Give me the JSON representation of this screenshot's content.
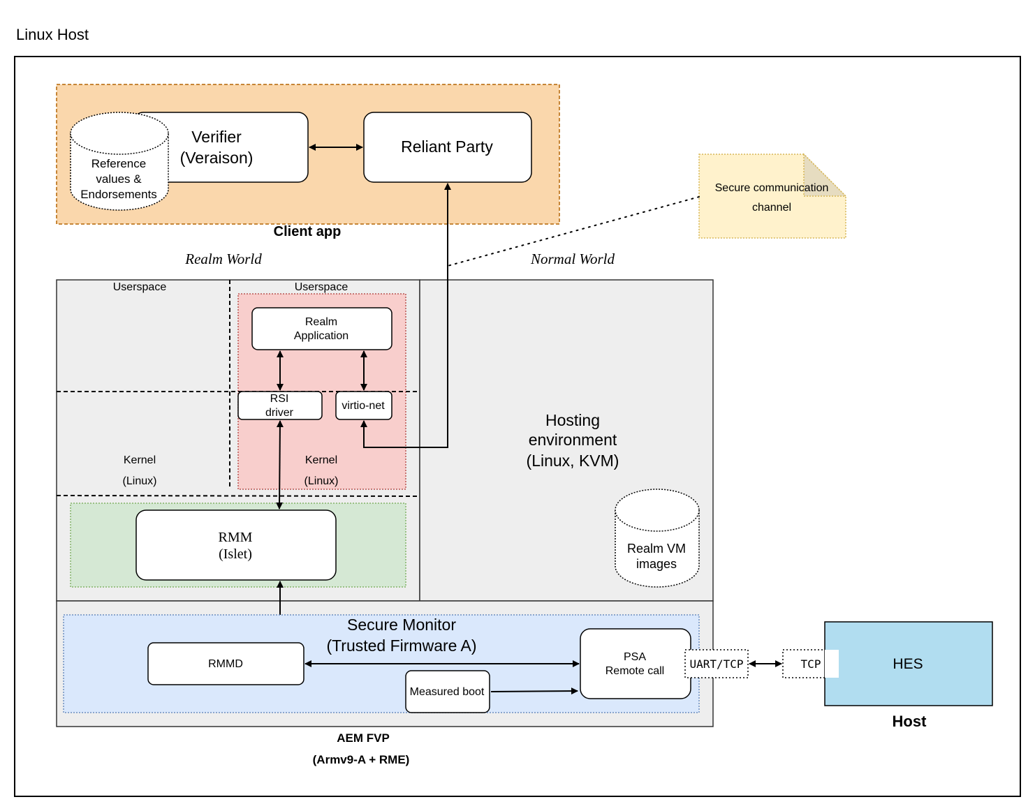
{
  "title": "Linux Host",
  "client_app": {
    "label": "Client app",
    "verifier": [
      "Verifier",
      "(Veraison)"
    ],
    "ref_store": [
      "Reference",
      "values &",
      "Endorsements"
    ],
    "relying_party": "Reliant Party"
  },
  "secure_channel": [
    "Secure communication",
    "channel"
  ],
  "worlds": {
    "realm": "Realm World",
    "normal": "Normal World"
  },
  "realm": {
    "userspace_left": "Userspace",
    "userspace_right": "Userspace",
    "realm_app": [
      "Realm",
      "Application"
    ],
    "rsi_driver": [
      "RSI",
      "driver"
    ],
    "virtio_net": "virtio-net",
    "kernel_left": [
      "Kernel",
      "(Linux)"
    ],
    "kernel_right": [
      "Kernel",
      "(Linux)"
    ],
    "rmm": [
      "RMM",
      "(Islet)"
    ]
  },
  "hosting": {
    "env": [
      "Hosting",
      "environment",
      "(Linux, KVM)"
    ],
    "images": [
      "Realm VM",
      "images"
    ]
  },
  "secure_monitor": {
    "title": [
      "Secure Monitor",
      "(Trusted Firmware A)"
    ],
    "rmmd": "RMMD",
    "psa": [
      "PSA",
      "Remote call"
    ],
    "measured_boot": "Measured boot"
  },
  "ports": {
    "uart": "UART/TCP",
    "tcp": "TCP"
  },
  "hes": {
    "label": "HES",
    "host": "Host"
  },
  "fvp": [
    "AEM FVP",
    "(Armv9-A + RME)"
  ],
  "colors": {
    "client_fill": "#fad7ac",
    "client_border": "#b46504",
    "note_fill": "#fff2cc",
    "note_border": "#d6b656",
    "realm_fill": "#f8cecc",
    "realm_border": "#b85450",
    "rmm_fill": "#d5e8d4",
    "rmm_border": "#82b366",
    "monitor_fill": "#dae8fc",
    "monitor_border": "#6c8ebf",
    "hes_fill": "#b1ddf0",
    "panel_fill": "#eeeeee"
  }
}
